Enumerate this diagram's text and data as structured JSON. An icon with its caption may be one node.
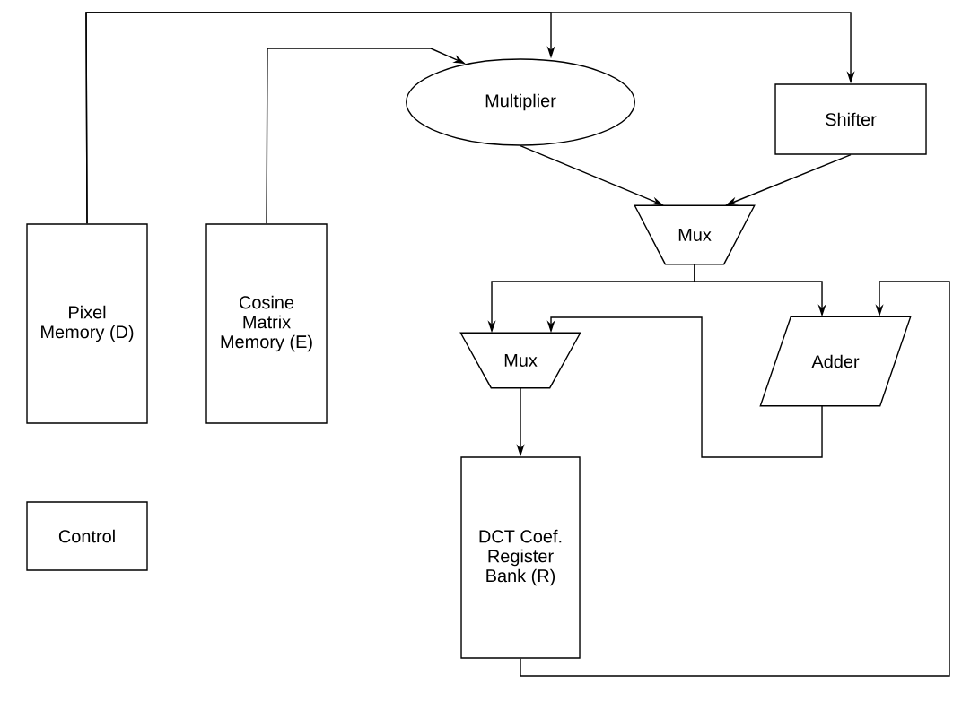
{
  "diagram": {
    "nodes": [
      {
        "text": [
          "Multiplier"
        ]
      },
      {
        "text": [
          "Shifter"
        ]
      },
      {
        "text": [
          "Pixel Memory (D)"
        ]
      },
      {
        "text": [
          "Cosine Matrix Memory (E)"
        ]
      },
      {
        "text": [
          "Mux"
        ]
      },
      {
        "text": [
          "Mux"
        ]
      },
      {
        "text": [
          "Adder"
        ]
      },
      {
        "text": [
          "DCT Coef. Register Bank (R)"
        ]
      },
      {
        "text": [
          "Control"
        ]
      }
    ],
    "edges": [
      {
        "from": 2,
        "to": 0,
        "arrow": "to"
      },
      {
        "from": 2,
        "to": 1,
        "arrow": "to"
      },
      {
        "from": 3,
        "to": 0,
        "arrow": "to"
      },
      {
        "from": 0,
        "to": 4,
        "arrow": "to"
      },
      {
        "from": 1,
        "to": 4,
        "arrow": "to"
      },
      {
        "from": 4,
        "to": 5,
        "arrow": "to"
      },
      {
        "from": 4,
        "to": 6,
        "arrow": "to"
      },
      {
        "from": 6,
        "to": 5,
        "arrow": "to"
      },
      {
        "from": 5,
        "to": 7,
        "arrow": "to"
      },
      {
        "from": 7,
        "to": 6,
        "arrow": "to"
      }
    ]
  }
}
